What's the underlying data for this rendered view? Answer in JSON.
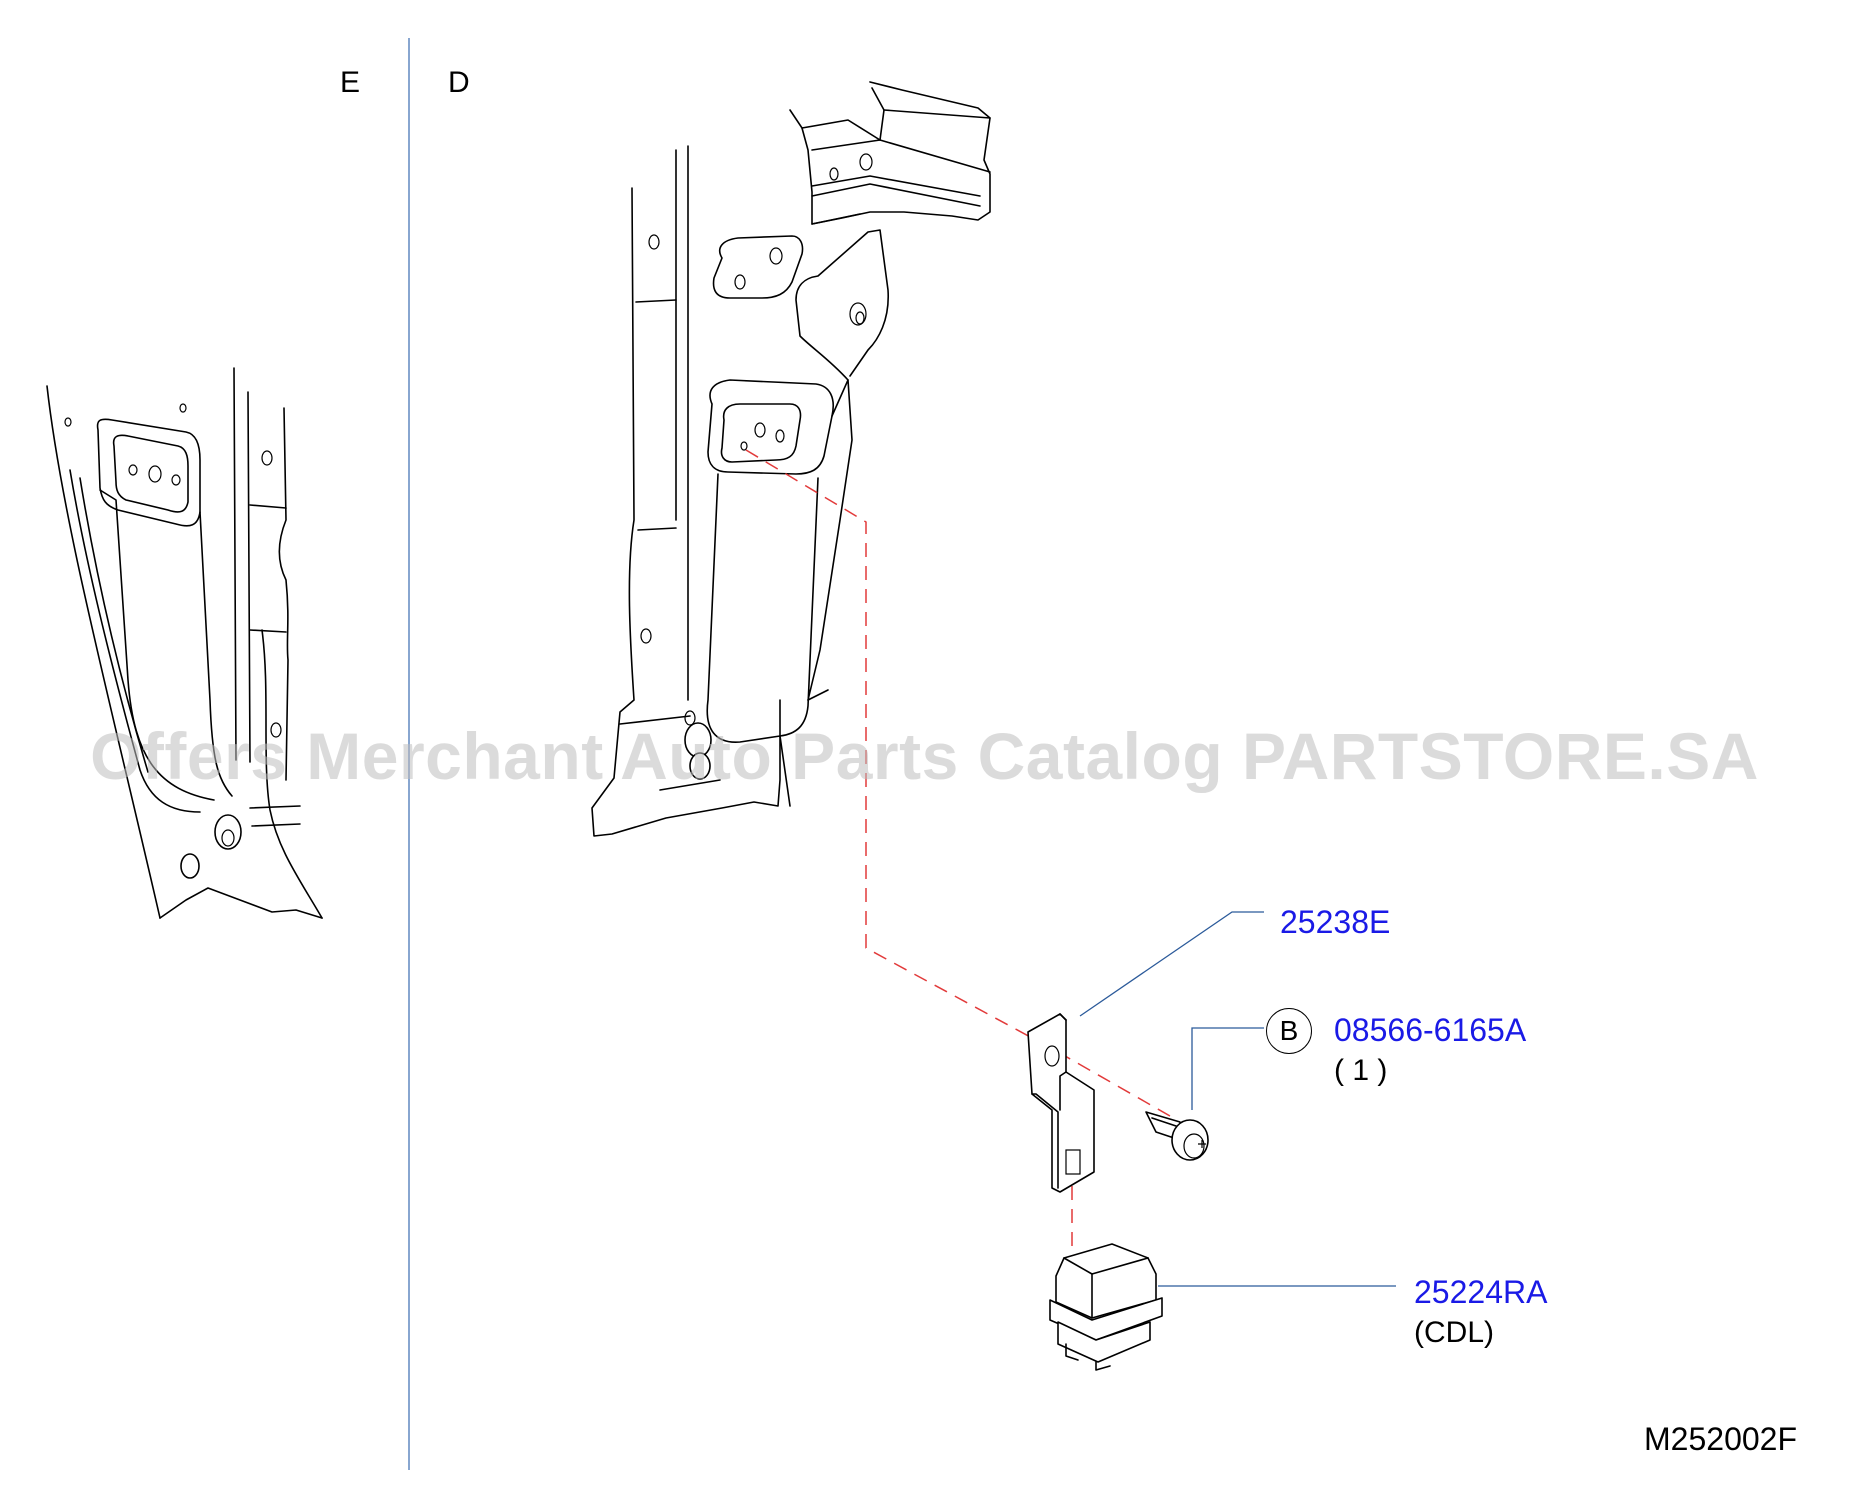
{
  "zones": {
    "left": "E",
    "right": "D"
  },
  "watermark": "Offers Merchant Auto Parts Catalog PARTSTORE.SA",
  "diagram_code": "M252002F",
  "parts": {
    "bracket": {
      "part_number": "25238E"
    },
    "screw": {
      "callout": "B",
      "part_number": "08566-6165A",
      "quantity": "( 1 )"
    },
    "relay": {
      "part_number": "25224RA",
      "note": "(CDL)"
    }
  }
}
